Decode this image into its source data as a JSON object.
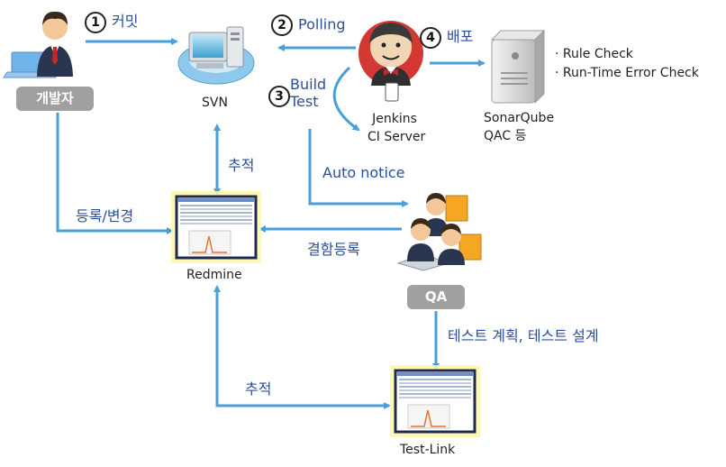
{
  "steps": {
    "commit": {
      "num": "1",
      "label": "커밋"
    },
    "polling": {
      "num": "2",
      "label": "Polling"
    },
    "build": {
      "num": "3",
      "line1": "Build",
      "line2": "Test"
    },
    "deploy": {
      "num": "4",
      "label": "배포"
    }
  },
  "nodes": {
    "developer": "개발자",
    "svn": "SVN",
    "jenkins_line1": "Jenkins",
    "jenkins_line2": "CI Server",
    "sonar_line1": "SonarQube",
    "sonar_line2": "QAC 등",
    "redmine": "Redmine",
    "qa": "QA",
    "testlink": "Test-Link"
  },
  "sonar_checks": [
    "· Rule Check",
    "· Run-Time Error Check"
  ],
  "edges": {
    "trace_svn": "추적",
    "register_change": "등록/변경",
    "auto_notice": "Auto notice",
    "defect_register": "결함등록",
    "test_plan": "테스트 계획, 테스트 설계",
    "trace_testlink": "추적"
  },
  "colors": {
    "arrow": "#4a9fd9",
    "label": "#2b4f9e",
    "badge": "#a0a0a0",
    "frame": "#1f2a4f",
    "glow": "#fff7a8"
  }
}
